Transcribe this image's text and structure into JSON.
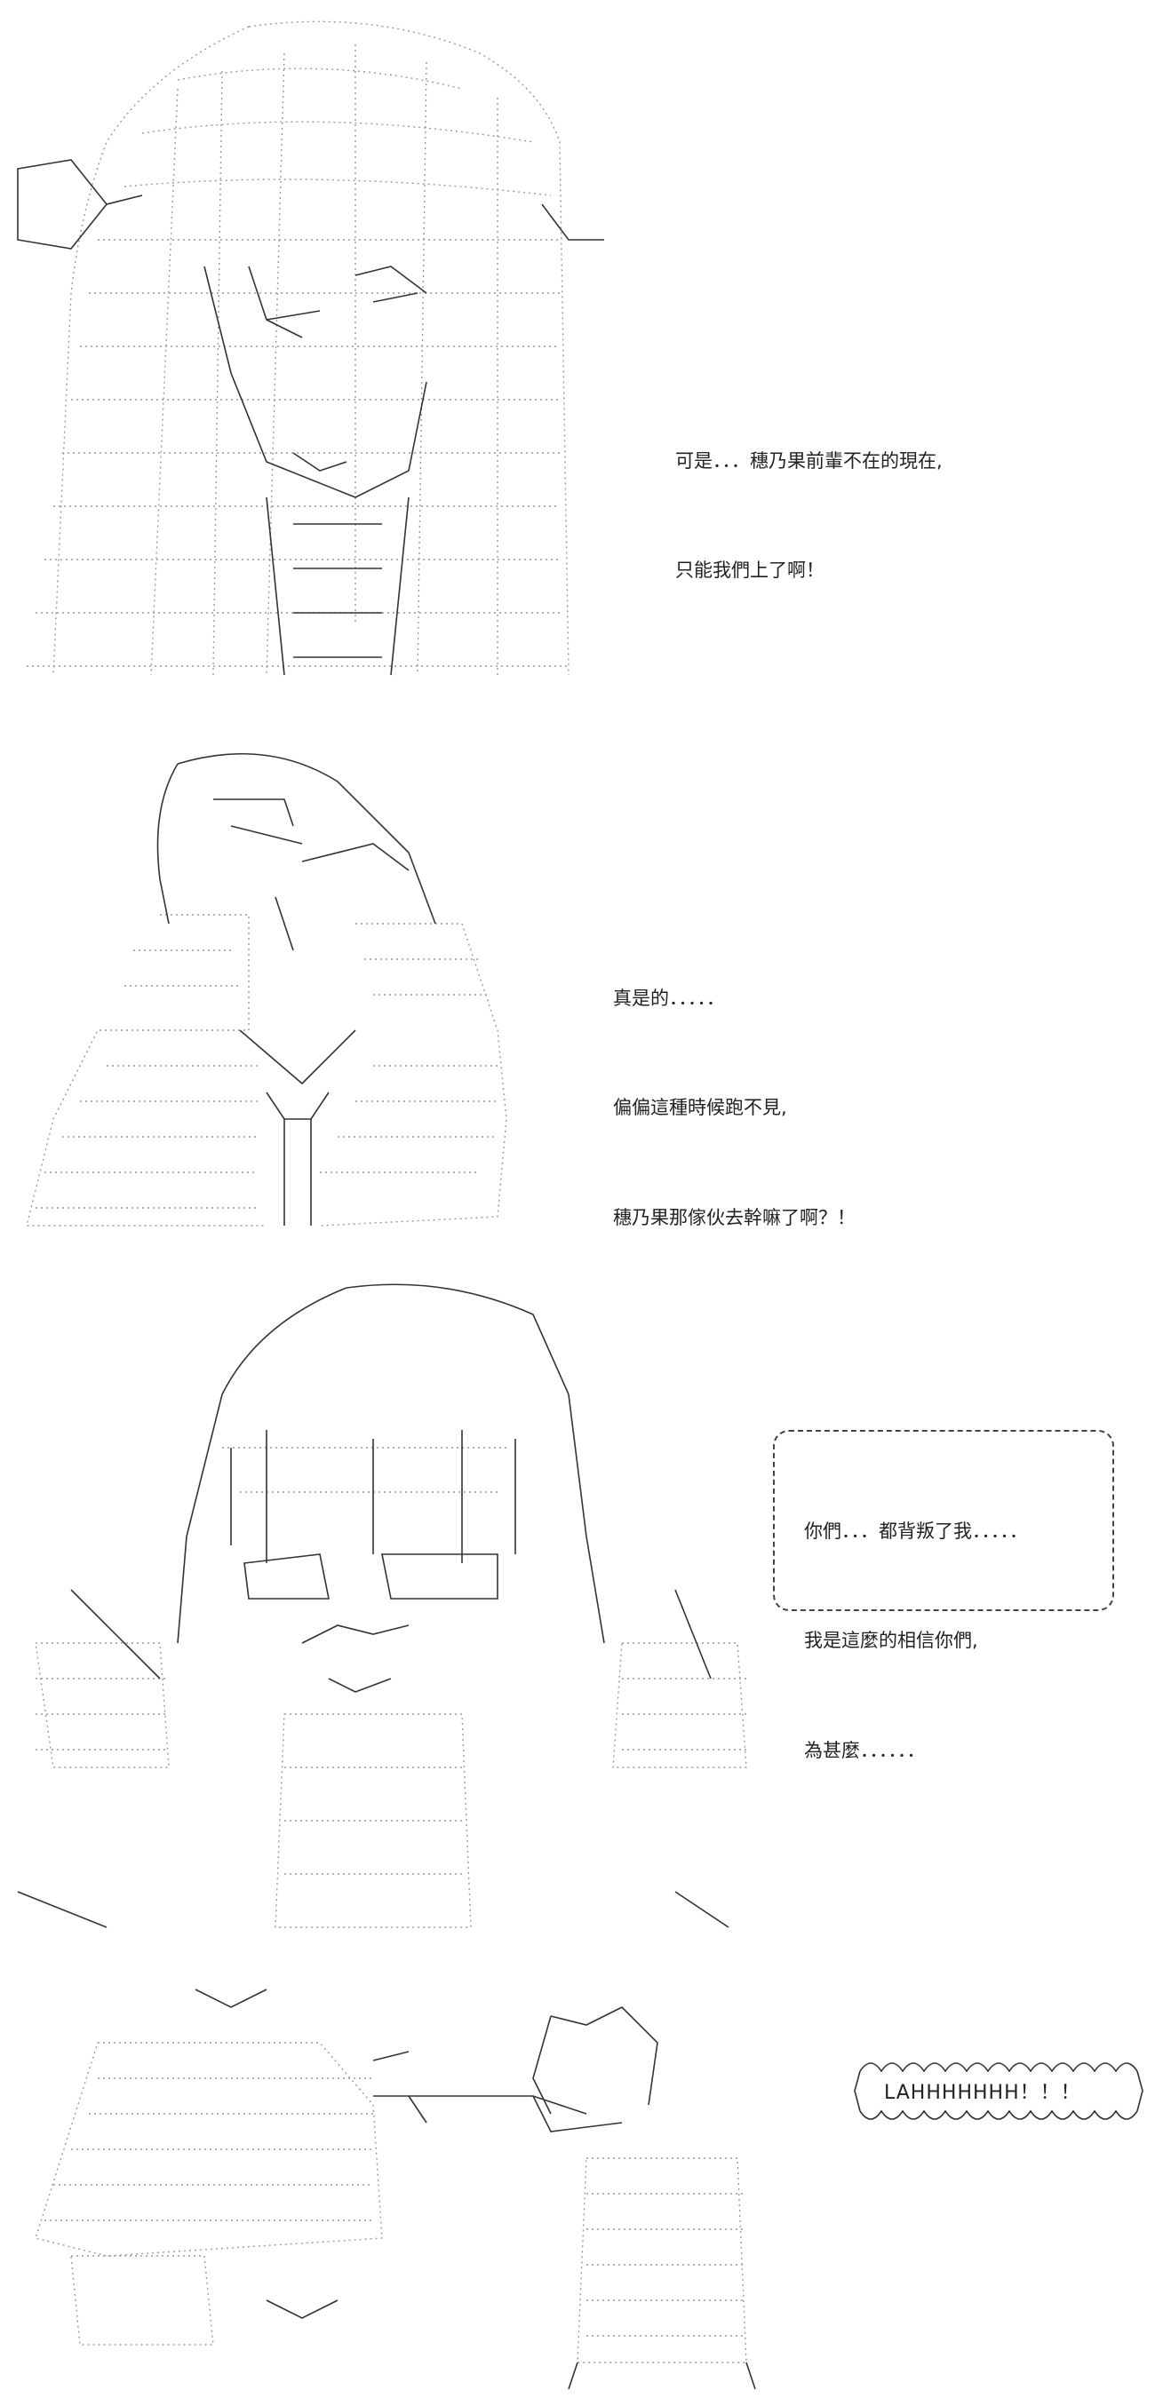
{
  "panels": [
    {
      "id": 1,
      "lines": [
        "可是．．．穗乃果前輩不在的現在,",
        "只能我們上了啊！"
      ]
    },
    {
      "id": 2,
      "lines": [
        "真是的．．．．．",
        "偏偏這種時候跑不見,",
        "穗乃果那傢伙去幹嘛了啊？！"
      ]
    },
    {
      "id": 3,
      "lines": [
        "你們．．．都背叛了我．．．．．",
        "我是這麼的相信你們,",
        "為甚麼．．．．．．"
      ]
    },
    {
      "id": 4,
      "shout": "LAHHHHHHH！！！"
    }
  ]
}
